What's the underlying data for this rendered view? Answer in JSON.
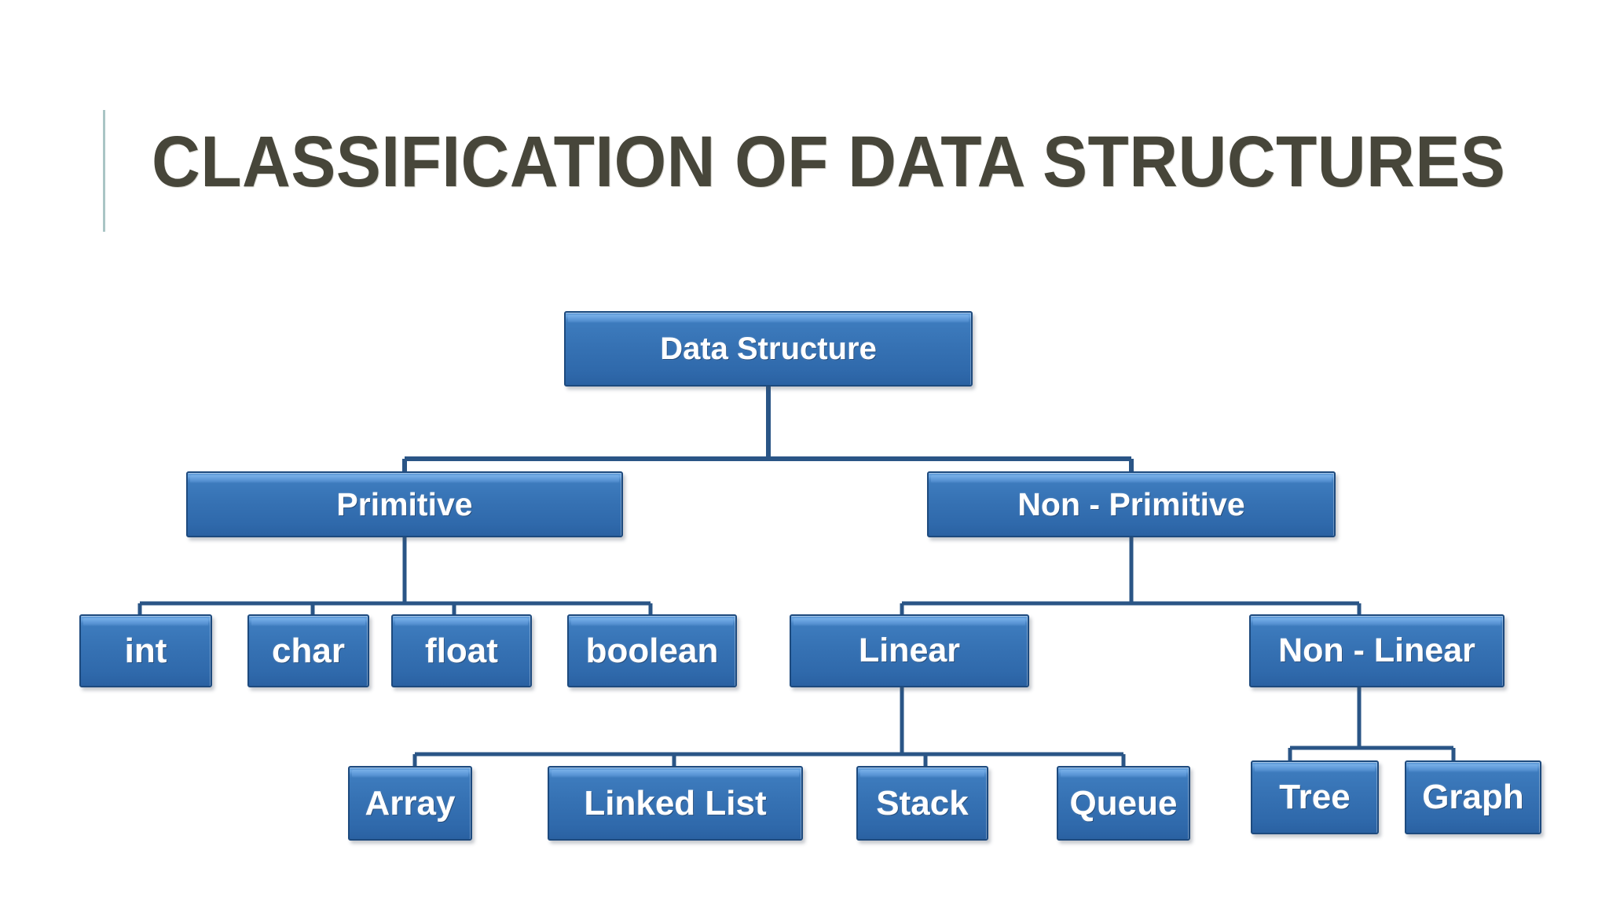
{
  "slide": {
    "title": "CLASSIFICATION OF DATA STRUCTURES",
    "title_color": "#47463a",
    "accent_color": "#a9c5c5",
    "background": "#ffffff"
  },
  "chart_data": {
    "type": "diagram",
    "diagram_kind": "hierarchy-tree",
    "title": "CLASSIFICATION OF DATA STRUCTURES",
    "node_fill": "#3672b4",
    "node_border": "#1d4a7e",
    "node_highlight": "#6ba6e2",
    "node_text_color": "#ffffff",
    "connector_color": "#2a5586",
    "levels": 4,
    "nodes": [
      {
        "id": "data-structure",
        "label": "Data Structure",
        "level": 0,
        "parent": null
      },
      {
        "id": "primitive",
        "label": "Primitive",
        "level": 1,
        "parent": "data-structure"
      },
      {
        "id": "non-primitive",
        "label": "Non - Primitive",
        "level": 1,
        "parent": "data-structure"
      },
      {
        "id": "int",
        "label": "int",
        "level": 2,
        "parent": "primitive"
      },
      {
        "id": "char",
        "label": "char",
        "level": 2,
        "parent": "primitive"
      },
      {
        "id": "float",
        "label": "float",
        "level": 2,
        "parent": "primitive"
      },
      {
        "id": "boolean",
        "label": "boolean",
        "level": 2,
        "parent": "primitive"
      },
      {
        "id": "linear",
        "label": "Linear",
        "level": 2,
        "parent": "non-primitive"
      },
      {
        "id": "non-linear",
        "label": "Non - Linear",
        "level": 2,
        "parent": "non-primitive"
      },
      {
        "id": "array",
        "label": "Array",
        "level": 3,
        "parent": "linear"
      },
      {
        "id": "linked-list",
        "label": "Linked List",
        "level": 3,
        "parent": "linear"
      },
      {
        "id": "stack",
        "label": "Stack",
        "level": 3,
        "parent": "linear"
      },
      {
        "id": "queue",
        "label": "Queue",
        "level": 3,
        "parent": "linear"
      },
      {
        "id": "tree",
        "label": "Tree",
        "level": 3,
        "parent": "non-linear"
      },
      {
        "id": "graph",
        "label": "Graph",
        "level": 3,
        "parent": "non-linear"
      }
    ],
    "edges": [
      {
        "from": "data-structure",
        "to": "primitive"
      },
      {
        "from": "data-structure",
        "to": "non-primitive"
      },
      {
        "from": "primitive",
        "to": "int"
      },
      {
        "from": "primitive",
        "to": "char"
      },
      {
        "from": "primitive",
        "to": "float"
      },
      {
        "from": "primitive",
        "to": "boolean"
      },
      {
        "from": "non-primitive",
        "to": "linear"
      },
      {
        "from": "non-primitive",
        "to": "non-linear"
      },
      {
        "from": "linear",
        "to": "array"
      },
      {
        "from": "linear",
        "to": "linked-list"
      },
      {
        "from": "linear",
        "to": "stack"
      },
      {
        "from": "linear",
        "to": "queue"
      },
      {
        "from": "non-linear",
        "to": "tree"
      },
      {
        "from": "non-linear",
        "to": "graph"
      }
    ]
  }
}
